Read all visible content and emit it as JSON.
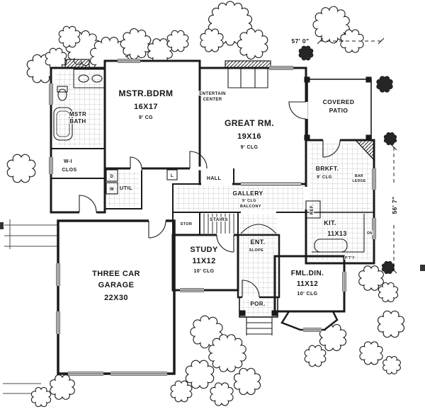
{
  "plan": {
    "dim_top": "57' 0\"",
    "dim_right": "56' 7\"",
    "colors": {
      "ink": "#1b1b1b",
      "paper": "#ffffff",
      "tile": "#9a9a9a"
    },
    "icons": [
      "tree-icon",
      "bush-icon",
      "window-glyph",
      "door-swing-icon"
    ],
    "rooms": {
      "mstr_bdrm": {
        "name": "MSTR.BDRM",
        "size": "16X17",
        "clg": "9' CG"
      },
      "mstr_bath": {
        "l1": "MSTR",
        "l2": "BATH"
      },
      "wi_clos": {
        "l1": "W-I",
        "l2": "CLOS"
      },
      "util": {
        "name": "UTIL"
      },
      "linen": {
        "name": "L"
      },
      "dryer": {
        "name": "D"
      },
      "washer": {
        "name": "W"
      },
      "entertain": {
        "l1": "ENTERTAIN",
        "l2": "CENTER"
      },
      "great_rm": {
        "name": "GREAT RM.",
        "size": "19X16",
        "clg": "9' CLG"
      },
      "patio": {
        "l1": "COVERED",
        "l2": "PATIO"
      },
      "brkft": {
        "name": "BRKFT.",
        "clg": "9' CLG",
        "note1": "BAR",
        "note2": "LEDGE"
      },
      "gallery": {
        "name": "GALLERY",
        "clg": "9' CLG",
        "note": "BALCONY"
      },
      "hall": {
        "name": "HALL"
      },
      "stor": {
        "name": "STOR"
      },
      "stairs": {
        "name": "STAIRS"
      },
      "kit": {
        "name": "KIT.",
        "size": "11X13"
      },
      "ref": {
        "name": "REF."
      },
      "pantry": {
        "name": "P'T'Y"
      },
      "oven": {
        "name": "ON"
      },
      "ent": {
        "name": "ENT.",
        "note": "SLOPE"
      },
      "study": {
        "name": "STUDY",
        "size": "11X12",
        "clg": "10' CLG"
      },
      "fml_din": {
        "name": "FML.DIN.",
        "size": "11X12",
        "clg": "10' CLG"
      },
      "por": {
        "name": "POR."
      },
      "garage": {
        "l1": "THREE CAR",
        "l2": "GARAGE",
        "size": "22X30"
      }
    }
  }
}
